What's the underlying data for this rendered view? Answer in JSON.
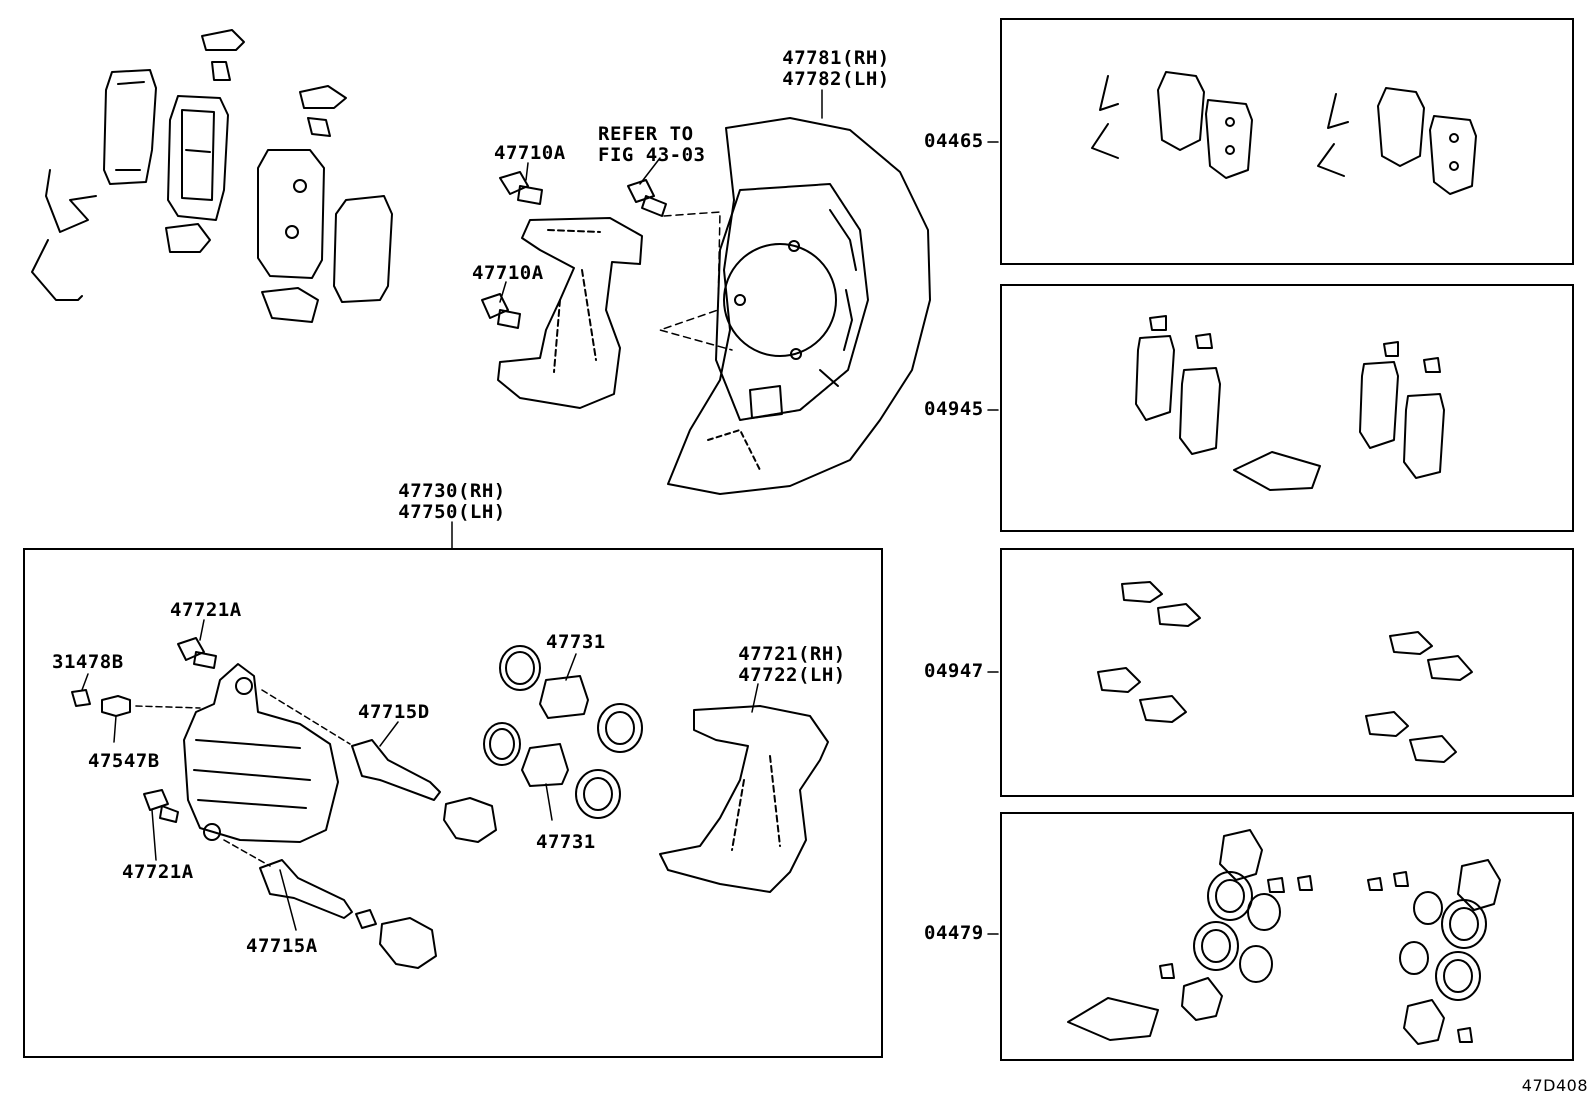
{
  "labels": {
    "shield_rh": "47781(RH)",
    "shield_lh": "47782(LH)",
    "refer_1": "REFER TO",
    "refer_2": "FIG 43-03",
    "bolt_top": "47710A",
    "bolt_mid": "47710A",
    "caliper_rh": "47730(RH)",
    "caliper_lh": "47750(LH)",
    "bolt_a1": "47721A",
    "bleeder": "31478B",
    "bleeder_cap": "47547B",
    "bolt_a2": "47721A",
    "pin_d": "47715D",
    "pin_a": "47715A",
    "piston_top": "47731",
    "piston_bottom": "47731",
    "mount_rh": "47721(RH)",
    "mount_lh": "47722(LH)",
    "kit_pads": "04465",
    "kit_shims": "04945",
    "kit_clips": "04947",
    "kit_seals": "04479",
    "figure_id": "47D408"
  }
}
